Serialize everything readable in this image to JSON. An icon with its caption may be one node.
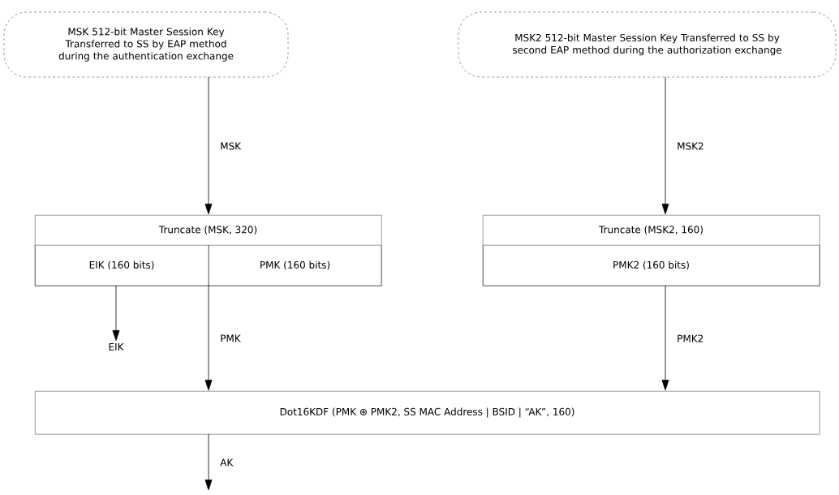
{
  "diagram": {
    "nodes": [
      {
        "text": [
          "MSK 512-bit Master Session Key Transferred to SS by EAP method during the authentication exchange"
        ]
      },
      {
        "text": [
          "MSK2 512-bit Master Session Key Transferred to SS by second EAP method during the authorization exchange"
        ]
      },
      {
        "text": [
          "Truncate (MSK, 320)"
        ]
      },
      {
        "text": [
          "EIK (160 bits)"
        ],
        "in": 2
      },
      {
        "text": [
          "PMK (160 bits)"
        ],
        "in": 2
      },
      {
        "text": [
          "Truncate (MSK2, 160)"
        ]
      },
      {
        "text": [
          "PMK2 (160 bits)"
        ],
        "in": 5
      },
      {
        "text": [
          "EIK"
        ]
      },
      {
        "text": [
          "Dot16KDF (PMK ⊕ PMK2, SS MAC Address | BSID | “AK”, 160)"
        ]
      }
    ],
    "edges": [
      {
        "from": 0,
        "to": 2,
        "arrow": "to",
        "label": "MSK"
      },
      {
        "from": 1,
        "to": 5,
        "arrow": "to",
        "label": "MSK2"
      },
      {
        "from": 3,
        "to": 7,
        "arrow": "to"
      },
      {
        "from": 4,
        "to": 8,
        "arrow": "to",
        "label": "PMK"
      },
      {
        "from": 6,
        "to": 8,
        "arrow": "to",
        "label": "PMK2"
      },
      {
        "from": 8,
        "to": null,
        "arrow": "to",
        "label": "AK"
      }
    ]
  }
}
